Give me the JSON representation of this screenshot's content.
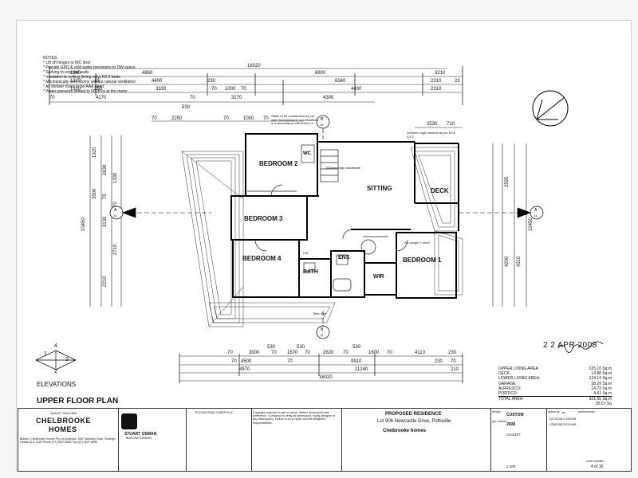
{
  "notes": {
    "heading": "NOTES:",
    "items": [
      "* Lift off hinges to WC door",
      "* Provide GPO & cold water provisions to    DW space",
      "* Sarking to external walls",
      "* Insulation to ceiling (living only) R2.5 batts",
      "* Mechanically vent rooms without natural ventilation",
      "* All shower roses to be AAA rated",
      "* Water pressure limited to 500KPa at the meter"
    ]
  },
  "dimensions": {
    "top_overall": "16020",
    "top_row1": [
      "1380",
      "4860",
      "6800",
      "3210"
    ],
    "top_row2": [
      "1310",
      "23",
      "4400",
      "230",
      "6340",
      "2310",
      "23"
    ],
    "top_row3": [
      "1310",
      "250",
      "3330",
      "70",
      "1000",
      "70",
      "4430",
      "2310"
    ],
    "top_row4": [
      "70",
      "4270",
      "70",
      "3270",
      "4300"
    ],
    "top_row5": [
      "530",
      "70",
      "2250",
      "70",
      "1000",
      "70"
    ],
    "top_right": [
      "2530",
      "710"
    ],
    "bottom_row1": [
      "70",
      "3000",
      "70",
      "1670",
      "70",
      "2620",
      "70",
      "1600",
      "70",
      "4110",
      "230"
    ],
    "bottom_row1b": [
      "530",
      "530",
      "530"
    ],
    "bottom_row2": [
      "70",
      "4500",
      "70",
      "9910",
      "230",
      "70"
    ],
    "bottom_row3": [
      "4570",
      "11240",
      "210"
    ],
    "bottom_overall": "16020",
    "left_overall": "10450",
    "left_vert": [
      "1320",
      "3500",
      "2630",
      "70",
      "3130",
      "1330",
      "70",
      "2710",
      "2210"
    ],
    "right_vert": [
      "2595",
      "4200",
      "4310"
    ],
    "right_overall": "10450"
  },
  "rooms": {
    "bedroom2": "BEDROOM 2",
    "wc": "WC",
    "sitting": "SITTING",
    "deck": "DECK",
    "bedroom3": "BEDROOM 3",
    "bedroom4": "BEDROOM 4",
    "bath": "BATH",
    "ens": "ENS",
    "wir": "WIR",
    "bedroom1": "BEDROOM 1",
    "linen": "L/N"
  },
  "annotations": {
    "stairs": "Stairs to be constructed as per stair manufacturers specifications & in accordance with BCA 3.9",
    "handrail": "1000mm high handrail as per BCA 3.9.2",
    "balustrade": "1000mm high balustrade",
    "no_hanger": "No hanger 1 shelf",
    "tiled_sill": "Tiled Sills",
    "date_stamp": "2 2 APR 2008",
    "section_a": "A",
    "section_a_num": "14",
    "section_b": "B",
    "section_b_num": "14"
  },
  "elevations": {
    "label": "ELEVATIONS",
    "numbers": [
      "1",
      "2",
      "3",
      "4"
    ]
  },
  "plan_title": "UPPER FLOOR PLAN",
  "areas": {
    "rows": [
      {
        "label": "UPPER LIVING AREA:",
        "value": "125.10 Sq.m"
      },
      {
        "label": "DECK:",
        "value": "14.88 Sq.m"
      },
      {
        "label": "LOWER LIVING AREA:",
        "value": "124.14 Sq.m"
      },
      {
        "label": "GARAGE:",
        "value": "38.29 Sq.m"
      },
      {
        "label": "ALFRESCO:",
        "value": "14.73 Sq.m"
      },
      {
        "label": "PORTICO:",
        "value": "4.61 Sq.m"
      },
      {
        "label": "TOTAL AREA:",
        "value": "321.65 Sq.m"
      },
      {
        "label": "",
        "value": "35.07 Sq"
      }
    ]
  },
  "title_block": {
    "company_tag": "QUALITY BUILDING",
    "company_line1": "CHELBROOKE",
    "company_line2": "HOMES",
    "builder_text": "Builder: Chelbrooke Homes Pty Ltd   Address: 1/95 Township Drive, Burleigh Heads QLD 4220   Phone (07) 5527 8555  Fax (07) 5527 8555",
    "designer": "STUART OSMAN",
    "designer_sub": "BUILDING DESIGN",
    "please_read": "PLEASE READ CAREFULLY",
    "copyright": "Copyright reserved in part or whole. Written dimensions take preference. Contractor to verify all dimensions. Notify designer of any discrepancy. Failure to do so shall void the designers responsibilities.",
    "project_label": "PROPOSED RESIDENCE",
    "project_address": "Lot 906 Newcastle Drive, Pottsville",
    "client": "Chelbrooke homes",
    "design_label": "design",
    "design_value": "CUSTOM",
    "job_label": "job number",
    "job_value": "2608",
    "drawn_label": "drawn by",
    "drawn_value": "ps",
    "amendments_label": "amendments",
    "amendments": [
      "B170108  C290108",
      "C350108  E010408"
    ],
    "scale_value": "1:100",
    "code_value": "A231107",
    "sheet_label": "sheet number",
    "sheet_value": "4  of  16"
  }
}
